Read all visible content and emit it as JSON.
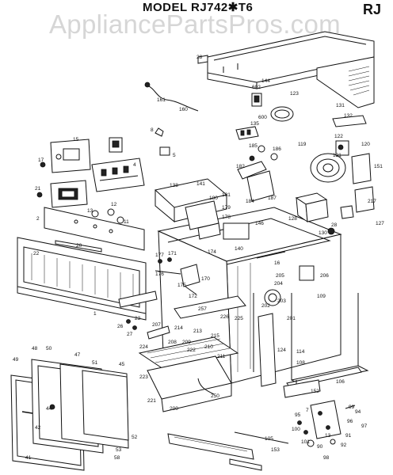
{
  "header": {
    "model_title": "MODEL  RJ742✱T6",
    "series_code": "RJ"
  },
  "watermark": {
    "text": "AppliancePartsPros.com"
  },
  "diagram": {
    "callouts": [
      "28",
      "144",
      "123",
      "131",
      "602",
      "600",
      "132",
      "161",
      "160",
      "135",
      "8",
      "5",
      "15",
      "17",
      "4",
      "185",
      "186",
      "119",
      "120",
      "122",
      "151",
      "121",
      "182",
      "187",
      "184",
      "181",
      "138",
      "141",
      "180",
      "179",
      "178",
      "146",
      "21",
      "20",
      "2",
      "13",
      "12",
      "11",
      "127",
      "217",
      "128",
      "130",
      "28",
      "140",
      "16",
      "22",
      "177",
      "176",
      "171",
      "170",
      "175",
      "174",
      "172",
      "205",
      "204",
      "206",
      "203",
      "202",
      "201",
      "109",
      "257",
      "226",
      "225",
      "207",
      "214",
      "213",
      "215",
      "208",
      "209",
      "210",
      "211",
      "222",
      "224",
      "223",
      "221",
      "48",
      "50",
      "49",
      "47",
      "45",
      "51",
      "44",
      "42",
      "41",
      "52",
      "53",
      "58",
      "23",
      "27",
      "26",
      "124",
      "114",
      "1",
      "106",
      "108",
      "152",
      "250",
      "200",
      "105",
      "153",
      "99",
      "96",
      "97",
      "95",
      "94",
      "91",
      "100",
      "101",
      "90",
      "92",
      "98",
      "13",
      "7"
    ]
  }
}
